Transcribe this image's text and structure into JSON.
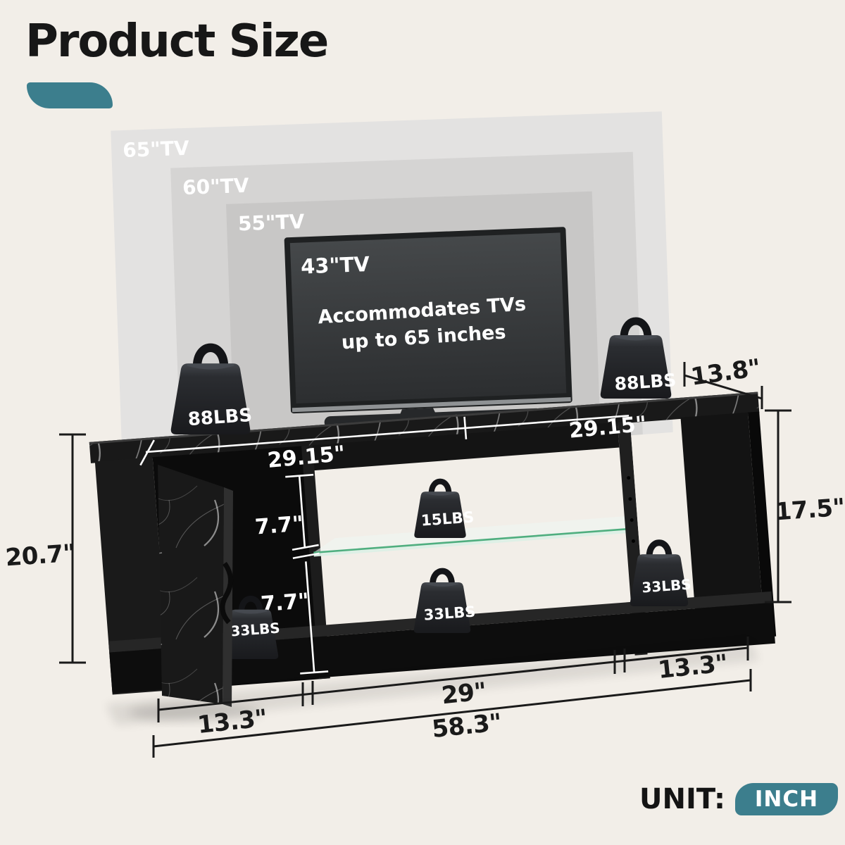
{
  "header": {
    "title": "Product Size"
  },
  "unit": {
    "label": "UNIT:",
    "value": "INCH"
  },
  "colors": {
    "background": "#f2eee8",
    "accent_teal": "#3c7e8d",
    "ink": "#171717",
    "marble_black": "#191919",
    "glass_green": "#4fae7f"
  },
  "tv_wall": {
    "silhouettes": [
      {
        "label": "65\"TV"
      },
      {
        "label": "60\"TV"
      },
      {
        "label": "55\"TV"
      }
    ],
    "tv_label": "43\"TV",
    "caption_line1": "Accommodates TVs",
    "caption_line2": "up to 65 inches"
  },
  "weights": [
    {
      "label": "88LBS"
    },
    {
      "label": "88LBS"
    },
    {
      "label": "15LBS"
    },
    {
      "label": "33LBS"
    },
    {
      "label": "33LBS"
    },
    {
      "label": "33LBS"
    }
  ],
  "dimensions": {
    "depth": "13.8\"",
    "top_width_left": "29.15\"",
    "top_width_right": "29.15\"",
    "total_height": "20.7\"",
    "side_inner_height": "17.5\"",
    "upper_shelf_height": "7.7\"",
    "lower_shelf_height": "7.7\"",
    "bottom_left_width": "13.3\"",
    "bottom_middle_width": "29\"",
    "bottom_right_width": "13.3\"",
    "bottom_total_width": "58.3\""
  }
}
